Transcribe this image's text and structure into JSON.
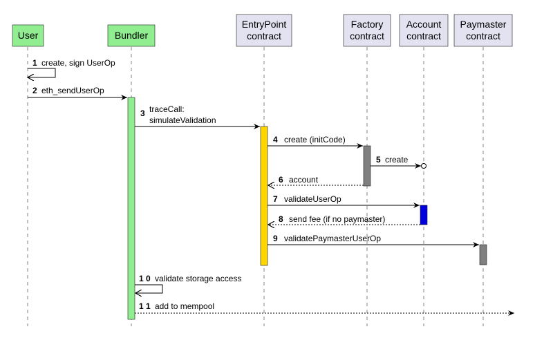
{
  "participants": {
    "user": {
      "lines": [
        "User"
      ],
      "fill": "#90EE90"
    },
    "bundler": {
      "lines": [
        "Bundler"
      ],
      "fill": "#90EE90"
    },
    "entrypoint": {
      "lines": [
        "EntryPoint",
        "contract"
      ],
      "fill": "#E2E2F0"
    },
    "factory": {
      "lines": [
        "Factory",
        "contract"
      ],
      "fill": "#E2E2F0"
    },
    "account": {
      "lines": [
        "Account",
        "contract"
      ],
      "fill": "#E2E2F0"
    },
    "paymaster": {
      "lines": [
        "Paymaster",
        "contract"
      ],
      "fill": "#E2E2F0"
    }
  },
  "activation_colors": {
    "bundler": "#90EE90",
    "entrypoint": "#FFD700",
    "factory": "#808080",
    "account": "#0000DD",
    "paymaster": "#808080"
  },
  "messages": [
    {
      "number": "1",
      "text": "create, sign UserOp",
      "color": "#000000"
    },
    {
      "number": "2",
      "text": "eth_sendUserOp",
      "color": "#000000"
    },
    {
      "number": "3",
      "text": "traceCall:",
      "text2": "simulateValidation",
      "color": "#000000"
    },
    {
      "number": "4",
      "text": "create (initCode)",
      "color": "#808080"
    },
    {
      "number": "5",
      "text": "create",
      "color": "#808080"
    },
    {
      "number": "6",
      "text": "account",
      "color": "#808080"
    },
    {
      "number": "7",
      "text": "validateUserOp",
      "color": "#0000CC"
    },
    {
      "number": "8",
      "text": "send fee (if no paymaster)",
      "color": "#000000"
    },
    {
      "number": "9",
      "text": "validatePaymasterUserOp",
      "color": "#808080"
    },
    {
      "number": "1 0",
      "text": "validate storage access",
      "color": "#000000"
    },
    {
      "number": "1 1",
      "text": "add to mempool",
      "color": "#000000"
    }
  ]
}
